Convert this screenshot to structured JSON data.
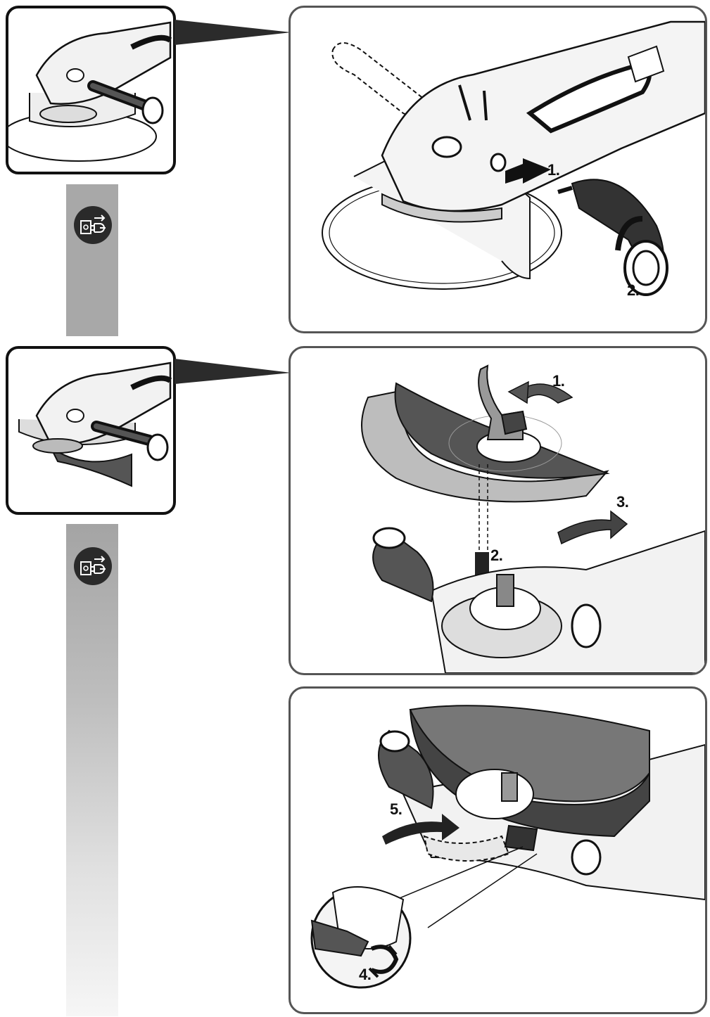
{
  "panel1": {
    "steps": [
      "1.",
      "2."
    ]
  },
  "panel2": {
    "steps": [
      "1.",
      "2.",
      "3."
    ]
  },
  "panel3": {
    "steps": [
      "4.",
      "5."
    ]
  },
  "icons": {
    "unplug": "unplug-power-icon"
  },
  "colors": {
    "line": "#111111",
    "frame": "#555555",
    "bar": "#a9a9a9"
  }
}
